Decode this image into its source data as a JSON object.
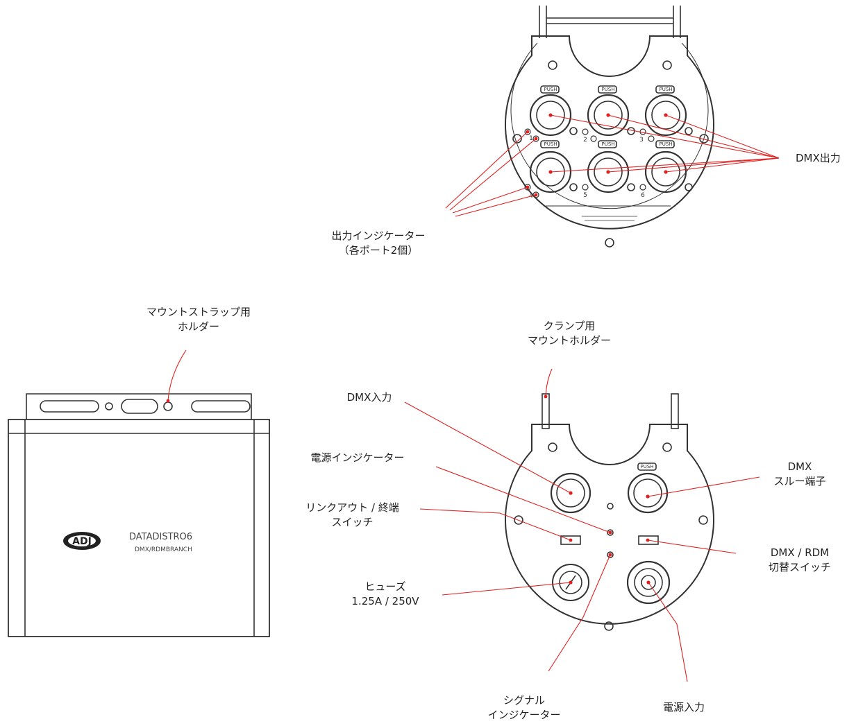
{
  "labels": {
    "dmx_out": "DMX出力",
    "out_indicator": [
      "出力インジケーター",
      "（各ポート2個）"
    ],
    "strap_holder": [
      "マウントストラップ用",
      "ホルダー"
    ],
    "clamp_holder": [
      "クランプ用",
      "マウントホルダー"
    ],
    "dmx_in": "DMX入力",
    "power_indicator": "電源インジケーター",
    "linkout_switch": [
      "リンクアウト / 終端",
      "スイッチ"
    ],
    "fuse": [
      "ヒューズ",
      "1.25A / 250V"
    ],
    "dmx_thru": [
      "DMX",
      "スルー端子"
    ],
    "dmx_rdm_switch": [
      "DMX / RDM",
      "切替スイッチ"
    ],
    "signal_indicator": [
      "シグナル",
      "インジケーター"
    ],
    "power_input": "電源入力"
  },
  "device": {
    "brand": "ADJ",
    "model": "DATADISTRO6",
    "subtitle": "DMX/RDMBRANCH",
    "port_button": "PUSH",
    "port_numbers": [
      "1",
      "2",
      "3",
      "4",
      "5",
      "6"
    ]
  },
  "colors": {
    "callout": "#e02020",
    "outline": "#333333"
  }
}
